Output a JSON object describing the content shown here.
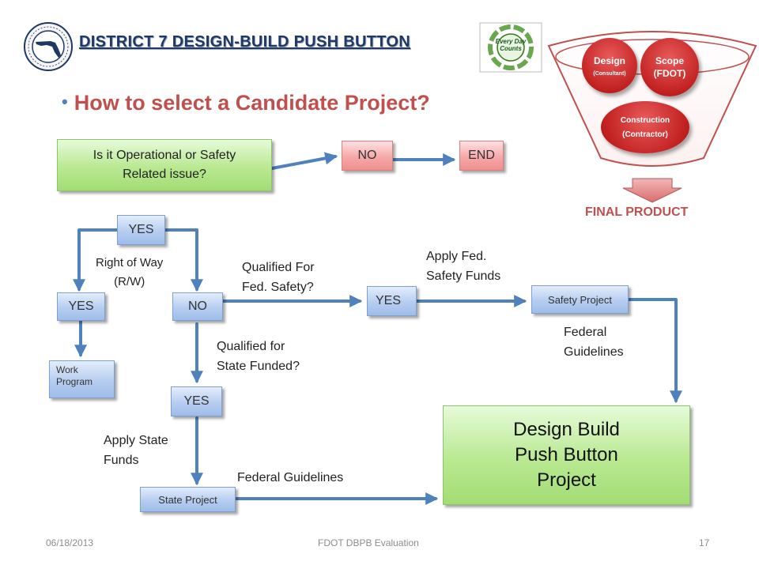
{
  "header": {
    "title": "DISTRICT 7 DESIGN-BUILD PUSH BUTTON",
    "seal_text": "STATE OF FLORIDA · DEPARTMENT OF TRANSPORTATION",
    "edc_logo_text": "Every Day Counts"
  },
  "subtitle": "How to select a Candidate Project?",
  "funnel": {
    "design": "Design",
    "design_sub": "(Consultant)",
    "scope": "Scope",
    "scope_sub": "(FDOT)",
    "construction": "Construction",
    "construction_sub": "(Contractor)",
    "final": "FINAL PRODUCT"
  },
  "flow": {
    "q1_line1": "Is it Operational or Safety",
    "q1_line2": "Related issue?",
    "no_top": "NO",
    "end": "END",
    "yes_top": "YES",
    "rw_line1": "Right of Way",
    "rw_line2": "(R/W)",
    "yes_left": "YES",
    "no_mid": "NO",
    "work_line1": "Work",
    "work_line2": "Program",
    "fed_q_line1": "Qualified For",
    "fed_q_line2": "Fed. Safety?",
    "yes_fed": "YES",
    "apply_fed_line1": "Apply Fed.",
    "apply_fed_line2": "Safety Funds",
    "safety_project": "Safety Project",
    "fed_guidelines_right_line1": "Federal",
    "fed_guidelines_right_line2": "Guidelines",
    "state_q_line1": "Qualified for",
    "state_q_line2": "State Funded?",
    "yes_state": "YES",
    "apply_state_line1": "Apply State",
    "apply_state_line2": "Funds",
    "state_project": "State Project",
    "fed_guidelines_bottom": "Federal Guidelines",
    "dbpb_line1": "Design Build",
    "dbpb_line2": "Push Button",
    "dbpb_line3": "Project"
  },
  "footer": {
    "date": "06/18/2013",
    "center": "FDOT DBPB Evaluation",
    "page": "17"
  },
  "colors": {
    "title": "#1f3864",
    "subtitle": "#c0504d",
    "arrow": "#4f81bd",
    "final_product": "#c0504d"
  }
}
